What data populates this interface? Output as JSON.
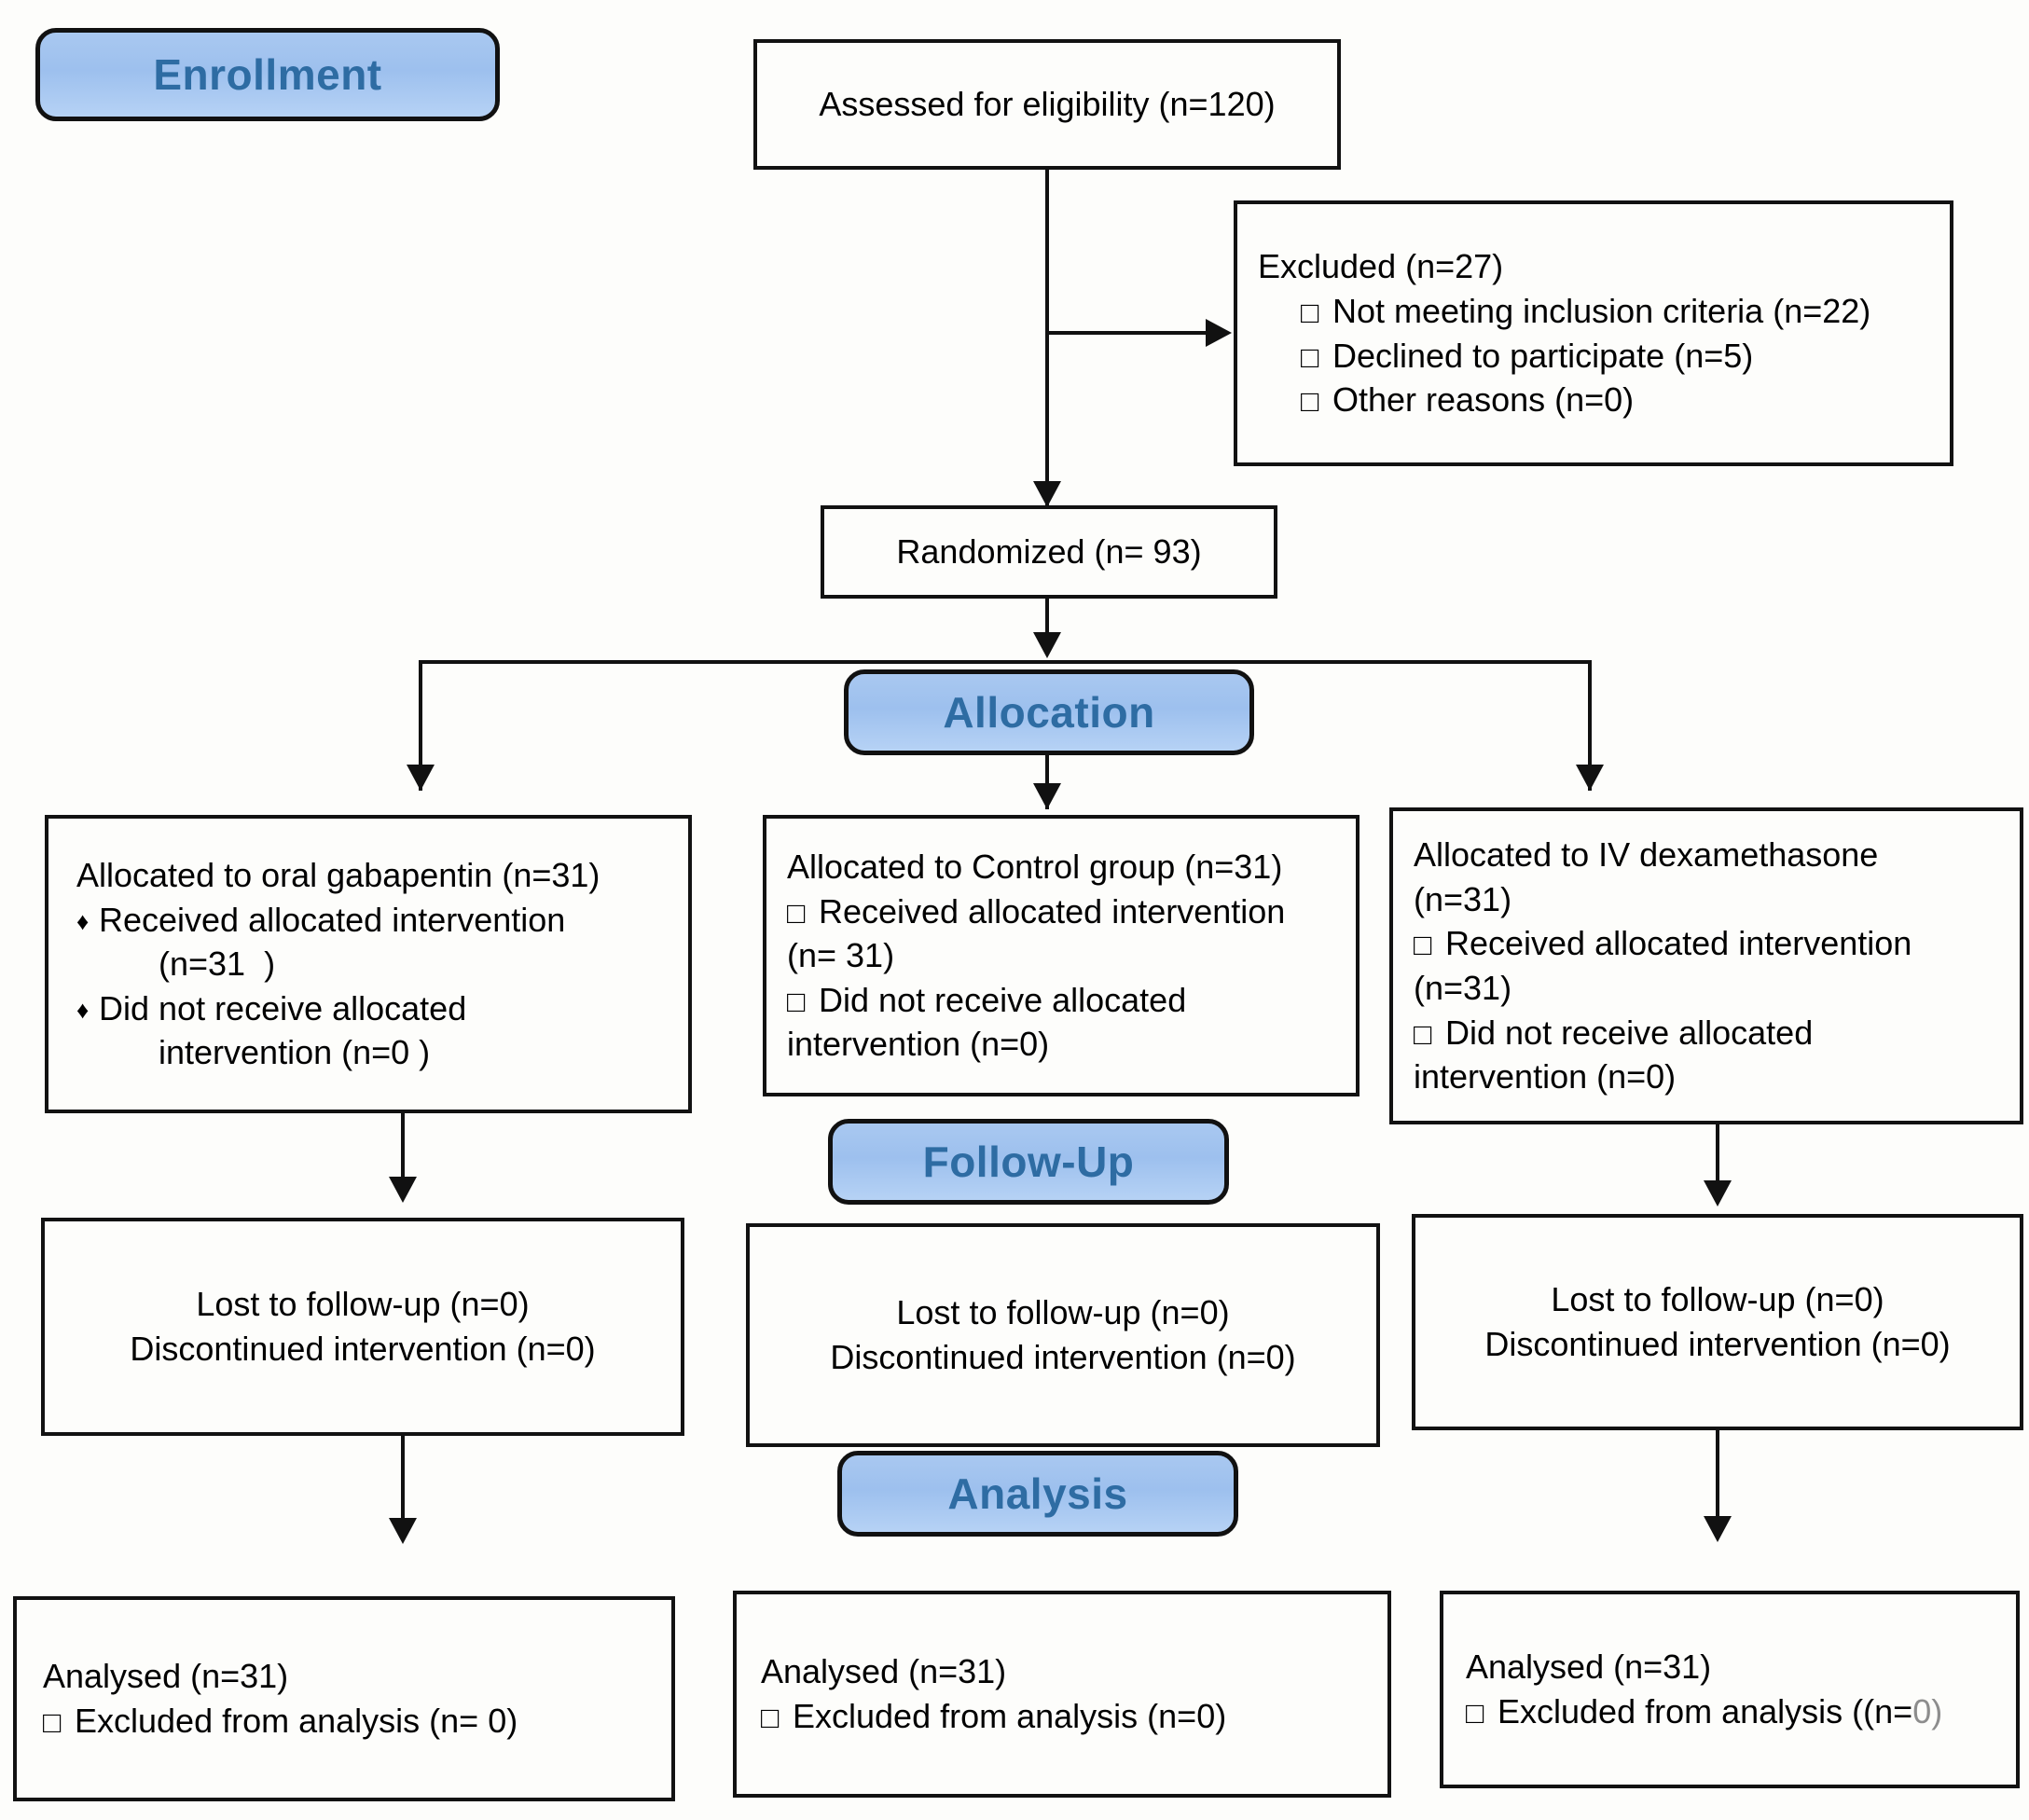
{
  "diagram": {
    "title": "CONSORT participant flow diagram",
    "accent_color": "#a9c8f0",
    "label_text_color": "#2e6ca3",
    "stroke_color": "#111111",
    "background_color": "#fdfdfb"
  },
  "stages": {
    "enrollment": "Enrollment",
    "allocation": "Allocation",
    "followup": "Follow-Up",
    "analysis": "Analysis"
  },
  "enrollment": {
    "assessed": "Assessed for eligibility (n=120)",
    "excluded_title": "Excluded (n=27)",
    "excluded_reasons": [
      "Not meeting inclusion criteria (n=22)",
      "Declined to participate (n=5)",
      "Other reasons (n=0)"
    ],
    "randomized": "Randomized (n= 93)"
  },
  "allocation": {
    "left": {
      "title": "Allocated to oral gabapentin (n=31)",
      "received_line1": "Received allocated intervention",
      "received_line2": "(n=31  )",
      "notreceived_line1": "Did not receive allocated",
      "notreceived_line2": "intervention (n=0 )",
      "bullet": "diamond"
    },
    "center": {
      "title": "Allocated to Control group (n=31)",
      "received_line1": "Received allocated intervention",
      "received_line2": "(n= 31)",
      "notreceived_line1": "Did not receive allocated",
      "notreceived_line2": "intervention (n=0)",
      "bullet": "square"
    },
    "right": {
      "title_line1": "Allocated to IV dexamethasone",
      "title_line2": "(n=31)",
      "received_line1": "Received allocated intervention",
      "received_line2": "(n=31)",
      "notreceived_line1": "Did not receive allocated",
      "notreceived_line2": "intervention (n=0)",
      "bullet": "square"
    }
  },
  "followup": {
    "left": {
      "lost": "Lost to follow-up (n=0)",
      "discontinued": "Discontinued intervention (n=0)"
    },
    "center": {
      "lost": "Lost to follow-up (n=0)",
      "discontinued": "Discontinued intervention (n=0)"
    },
    "right": {
      "lost": "Lost to follow-up (n=0)",
      "discontinued": "Discontinued intervention (n=0)"
    }
  },
  "analysis": {
    "left": {
      "analysed": "Analysed (n=31)",
      "excluded": "Excluded from analysis (n= 0)",
      "excluded_suffix": ""
    },
    "center": {
      "analysed": "Analysed (n=31)",
      "excluded": "Excluded from analysis (n=0)",
      "excluded_suffix": ""
    },
    "right": {
      "analysed": "Analysed (n=31)",
      "excluded": "Excluded from analysis ((n=",
      "excluded_suffix": "0)"
    }
  }
}
